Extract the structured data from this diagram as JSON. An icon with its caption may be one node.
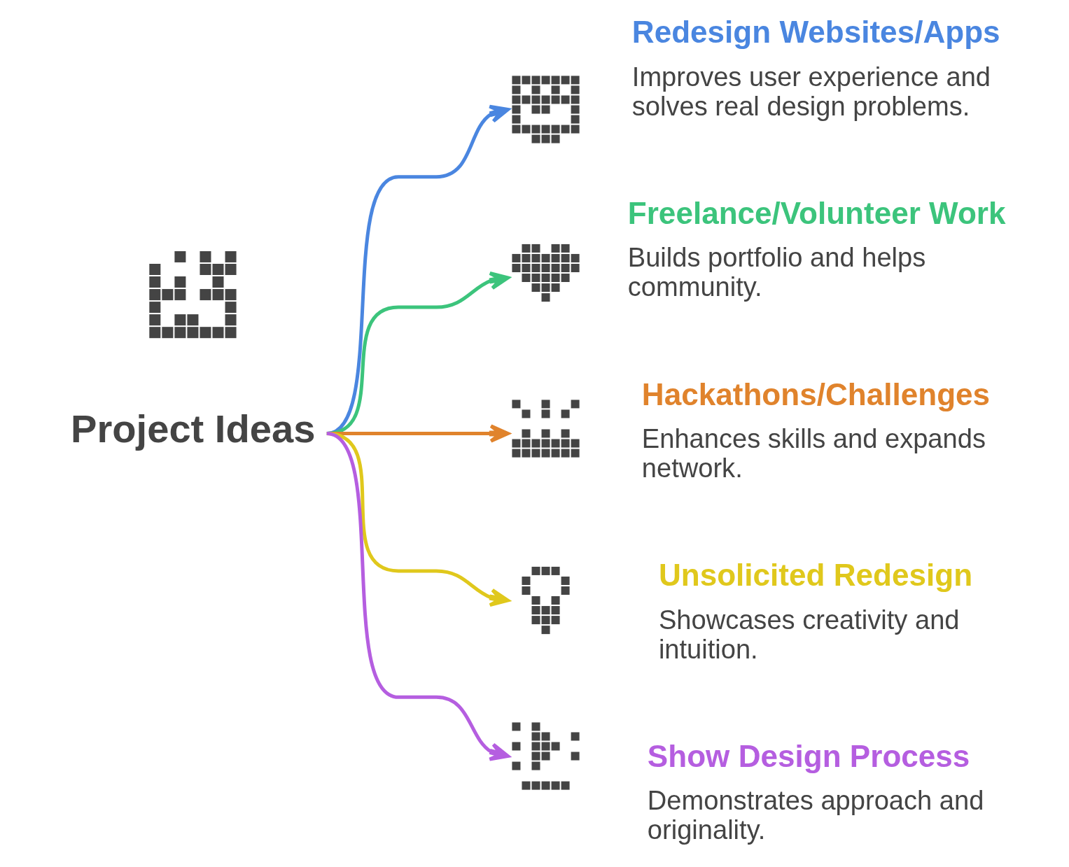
{
  "diagram": {
    "nodes": [
      {
        "text": [],
        "shape": "picture"
      },
      {
        "text": [
          "Project Ideas"
        ]
      },
      {
        "text": [],
        "shape": "picture",
        "beside": [
          "Redesign Websites/Apps",
          "Improves user experience and solves real design problems."
        ]
      },
      {
        "text": [],
        "shape": "picture",
        "beside": [
          "Freelance/Volunteer Work",
          "Builds portfolio and helps community."
        ]
      },
      {
        "text": [],
        "shape": "picture",
        "beside": [
          "Hackathons/Challenges",
          "Enhances skills and expands network."
        ]
      },
      {
        "text": [],
        "shape": "picture",
        "beside": [
          "Unsolicited Redesign",
          "Showcases creativity and intuition."
        ]
      },
      {
        "text": [],
        "shape": "picture",
        "beside": [
          "Show Design Process",
          "Demonstrates approach and originality."
        ]
      }
    ],
    "edges": [
      {
        "from": 1,
        "to": 2,
        "arrow": "to",
        "color": "#4a86e0"
      },
      {
        "from": 1,
        "to": 3,
        "arrow": "to",
        "color": "#3cc47c"
      },
      {
        "from": 1,
        "to": 4,
        "arrow": "to",
        "color": "#e0832c"
      },
      {
        "from": 1,
        "to": 5,
        "arrow": "to",
        "color": "#e0c81c"
      },
      {
        "from": 1,
        "to": 6,
        "arrow": "to",
        "color": "#b55ee0"
      }
    ]
  }
}
